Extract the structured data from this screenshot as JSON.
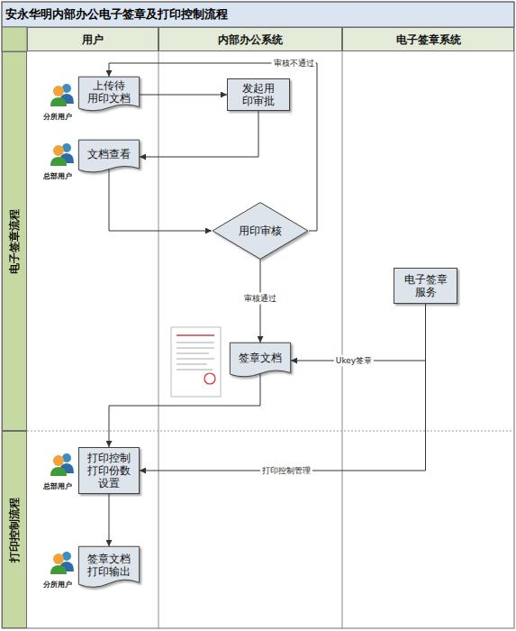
{
  "diagram": {
    "title": "安永华明内部办公电子签章及打印控制流程",
    "nodes": [
      {
        "text": [
          "用户"
        ]
      },
      {
        "text": [
          "内部办公系统"
        ]
      },
      {
        "text": [
          "电子签章系统"
        ]
      },
      {
        "text": [
          "电子签章流程"
        ]
      },
      {
        "text": [
          "打印控制流程"
        ]
      },
      {
        "text": [
          "上传待 用印文档"
        ]
      },
      {
        "text": [
          "发起用 印审批"
        ]
      },
      {
        "text": [
          "文档查看"
        ]
      },
      {
        "text": [
          "用印审核"
        ]
      },
      {
        "text": [
          "电子签章 服务"
        ]
      },
      {
        "text": [
          "签章文档"
        ]
      },
      {
        "text": [
          "打印控制 打印份数 设置"
        ]
      },
      {
        "text": [
          "签章文档 打印输出"
        ]
      }
    ],
    "edges": [
      {
        "from": 5,
        "to": 6,
        "arrow": "to"
      },
      {
        "from": 6,
        "to": 7,
        "arrow": "to"
      },
      {
        "from": 7,
        "to": 8,
        "arrow": "to"
      },
      {
        "from": 8,
        "to": 5,
        "label": "审核不通过",
        "arrow": "to"
      },
      {
        "from": 8,
        "to": 10,
        "label": "审核通过",
        "arrow": "to"
      },
      {
        "from": 9,
        "to": 10,
        "label": "Ukey签章",
        "arrow": "to"
      },
      {
        "from": 10,
        "to": 11,
        "arrow": "to"
      },
      {
        "from": 9,
        "to": 11,
        "label": "打印控制管理",
        "arrow": "to"
      },
      {
        "from": 11,
        "to": 12,
        "arrow": "to"
      }
    ],
    "labels": [
      "分所用户",
      "总部用户",
      "总部用户",
      "分所用户"
    ]
  }
}
